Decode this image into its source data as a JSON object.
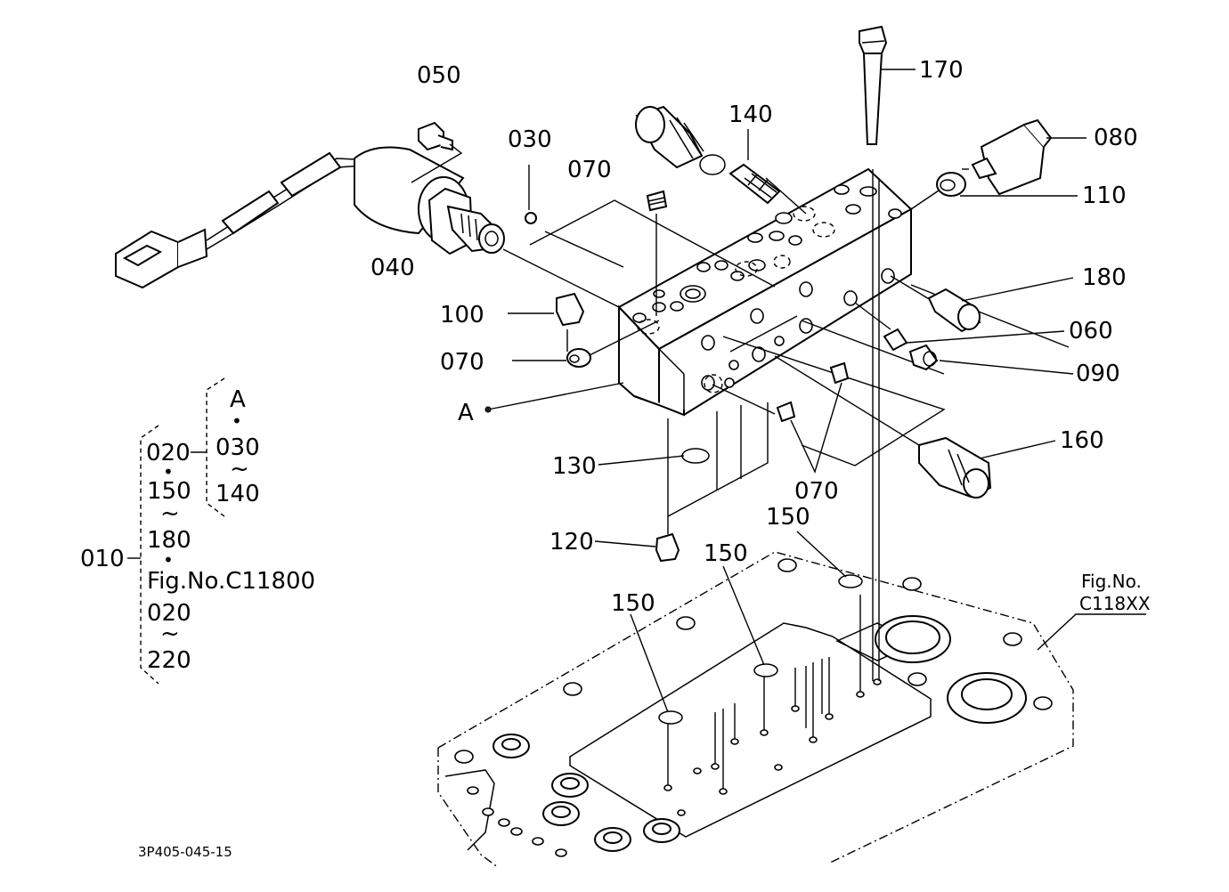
{
  "labels": {
    "p050": "050",
    "p030": "030",
    "p140": "140",
    "p170": "170",
    "p080": "080",
    "p070a": "070",
    "p110": "110",
    "p040": "040",
    "p180": "180",
    "p100": "100",
    "p060": "060",
    "p070b": "070",
    "p090": "090",
    "pA": "A",
    "p160": "160",
    "p130": "130",
    "p070c": "070",
    "p150a": "150",
    "p120": "120",
    "p150b": "150",
    "p150c": "150"
  },
  "ref": {
    "fig_line1": "Fig.No.",
    "fig_line2": "C118XX"
  },
  "legend": {
    "root": "010",
    "l020": "020",
    "dot1": "•",
    "l150": "150",
    "tilde1": "~",
    "l180": "180",
    "dot2": "•",
    "fig": "Fig.No.C11800",
    "l020b": "020",
    "tilde2": "~",
    "l220": "220",
    "sub_a": "A",
    "sub_dot": "•",
    "sub_030": "030",
    "sub_tilde": "~",
    "sub_140": "140"
  },
  "footer": {
    "code": "3P405-045-15"
  }
}
